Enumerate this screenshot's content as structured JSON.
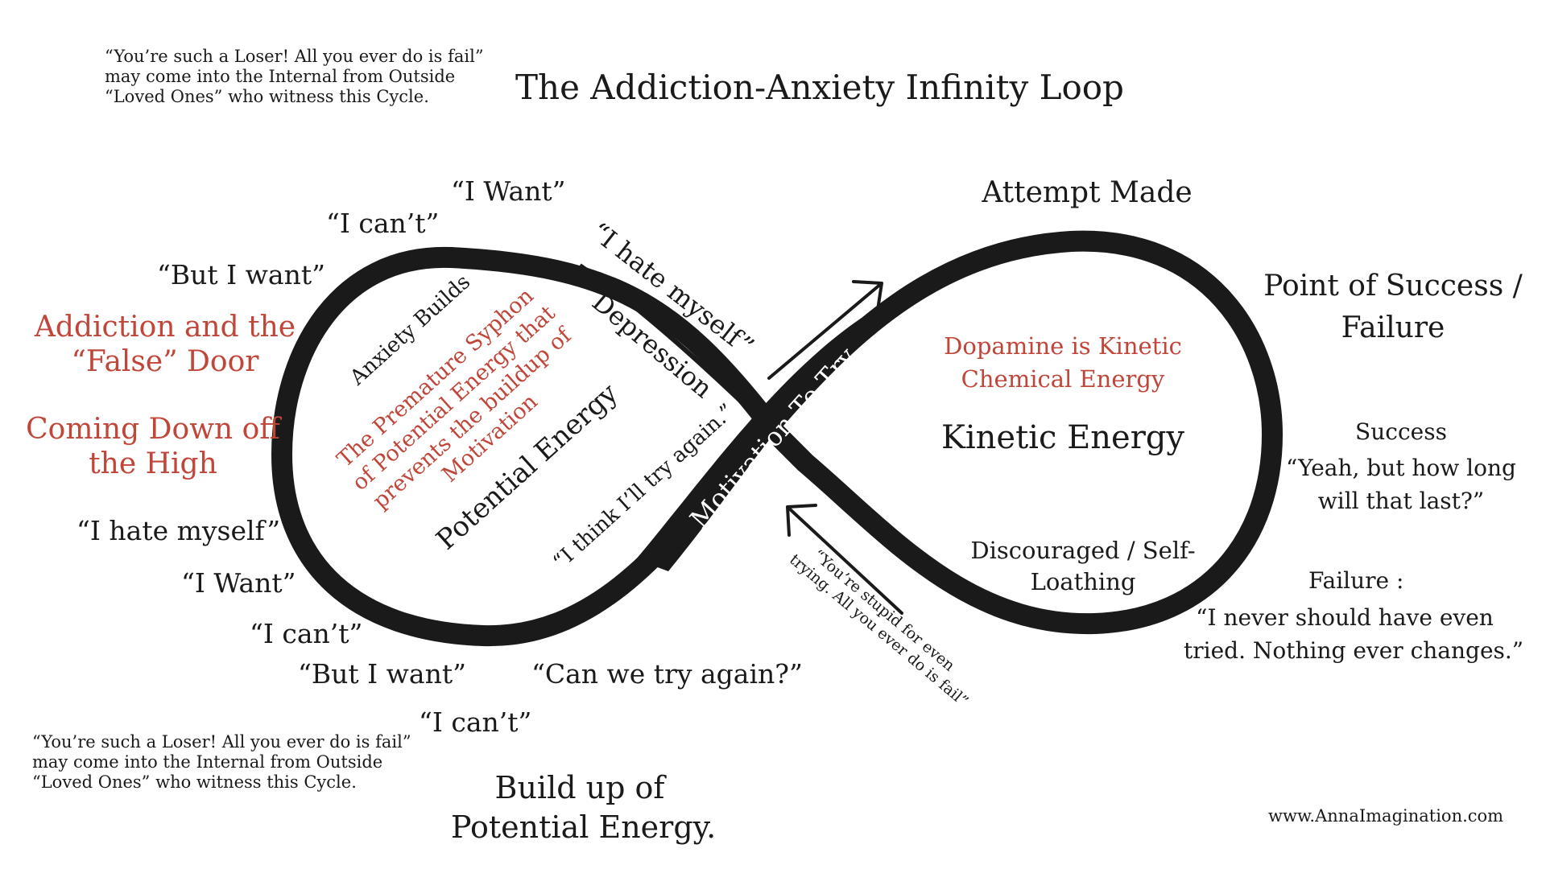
{
  "colors": {
    "ink": "#1a1a1a",
    "accent": "#c0463a",
    "background": "#ffffff"
  },
  "title": "The Addiction-Anxiety Infinity Loop",
  "outside_note_top": [
    "“You’re such a Loser! All you ever do is fail”",
    "may come into the Internal from Outside",
    "“Loved Ones” who witness this Cycle."
  ],
  "outside_note_bottom": [
    "“You’re such a Loser! All you ever do is fail”",
    "may come into the Internal from Outside",
    "“Loved Ones” who witness this Cycle."
  ],
  "left_loop": {
    "top_chatter": [
      "“I Want”",
      "“I can’t”",
      "“But I want”"
    ],
    "addiction_label": [
      "Addiction and the",
      "“False” Door"
    ],
    "coming_down": [
      "Coming Down off",
      "the High"
    ],
    "bottom_chatter": [
      "“I hate myself”",
      "“I Want”",
      "“I can’t”",
      "“But I want”",
      "“Can we try again?”",
      "“I can’t”"
    ],
    "anxiety_builds": "Anxiety Builds",
    "syphon": [
      "The Premature Syphon",
      "of Potential Energy  that",
      "prevents the buildup of",
      "Motivation"
    ],
    "potential_energy": "Potential Energy",
    "hate_myself": "“I hate myself”",
    "depression": "Depression",
    "try_again": "“I think I’ll try again.”",
    "buildup": [
      "Build up of",
      "Potential Energy."
    ]
  },
  "center": {
    "motivation": "Motivation To Try",
    "stupid_note": [
      "“You’re stupid for even",
      "trying. All you ever do is fail”"
    ]
  },
  "right_loop": {
    "attempt": "Attempt Made",
    "point": [
      "Point of Success /",
      "Failure"
    ],
    "dopamine": [
      "Dopamine is Kinetic",
      "Chemical Energy"
    ],
    "kinetic": "Kinetic Energy",
    "discouraged": [
      "Discouraged / Self-",
      "Loathing"
    ],
    "success_label": "Success",
    "success_quote": [
      "“Yeah, but how long",
      "will that last?”"
    ],
    "failure_label": "Failure :",
    "failure_quote": [
      "“I never should have even",
      "tried. Nothing ever changes.”"
    ]
  },
  "website": "www.AnnaImagination.com"
}
